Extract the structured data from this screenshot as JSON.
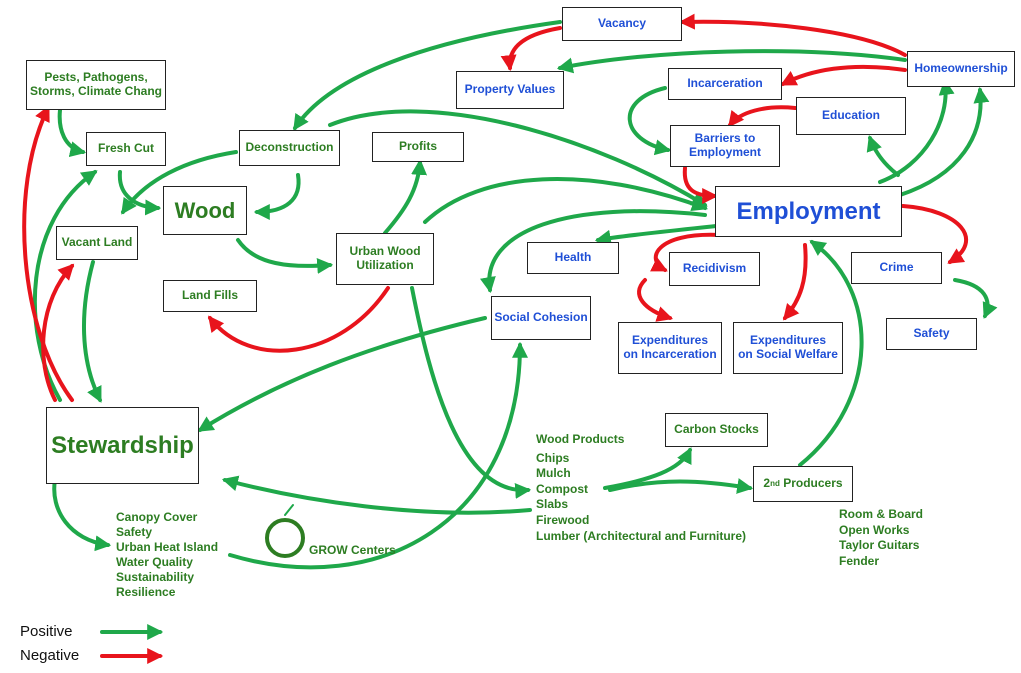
{
  "nodes": {
    "vacancy": "Vacancy",
    "property_values": "Property Values",
    "homeownership": "Homeownership",
    "incarceration": "Incarceration",
    "education": "Education",
    "barriers_line1": "Barriers to",
    "barriers_line2": "Employment",
    "employment": "Employment",
    "pests_line1": "Pests, Pathogens,",
    "pests_line2": "Storms, Climate Chang",
    "fresh_cut": "Fresh Cut",
    "deconstruction": "Deconstruction",
    "profits": "Profits",
    "wood": "Wood",
    "vacant_land": "Vacant Land",
    "urban_wood_line1": "Urban Wood",
    "urban_wood_line2": "Utilization",
    "health": "Health",
    "recidivism": "Recidivism",
    "crime": "Crime",
    "land_fills": "Land Fills",
    "social_cohesion": "Social Cohesion",
    "exp_inc_line1": "Expenditures",
    "exp_inc_line2": "on Incarceration",
    "exp_wel_line1": "Expenditures",
    "exp_wel_line2": "on Social Welfare",
    "safety": "Safety",
    "stewardship": "Stewardship",
    "carbon_stocks": "Carbon Stocks",
    "second_producers_num": "2",
    "second_producers_sup": "nd",
    "second_producers_rest": " Producers"
  },
  "wood_products": {
    "title": "Wood Products",
    "items": [
      "Chips",
      "Mulch",
      "Compost",
      "Slabs",
      "Firewood",
      "Lumber (Architectural and Furniture)"
    ]
  },
  "room_board": {
    "title": "Room & Board",
    "items": [
      "Open Works",
      "Taylor Guitars",
      "Fender"
    ]
  },
  "benefits": [
    "Canopy Cover",
    "Safety",
    "Urban Heat Island",
    "Water Quality",
    "Sustainability",
    "Resilience"
  ],
  "grow_centers": "GROW Centers",
  "legend": {
    "positive": "Positive",
    "negative": "Negative"
  },
  "colors": {
    "positive": "#1fa84a",
    "negative": "#e8141c",
    "green_text": "#2d7d22",
    "blue_text": "#1f4fd6"
  }
}
